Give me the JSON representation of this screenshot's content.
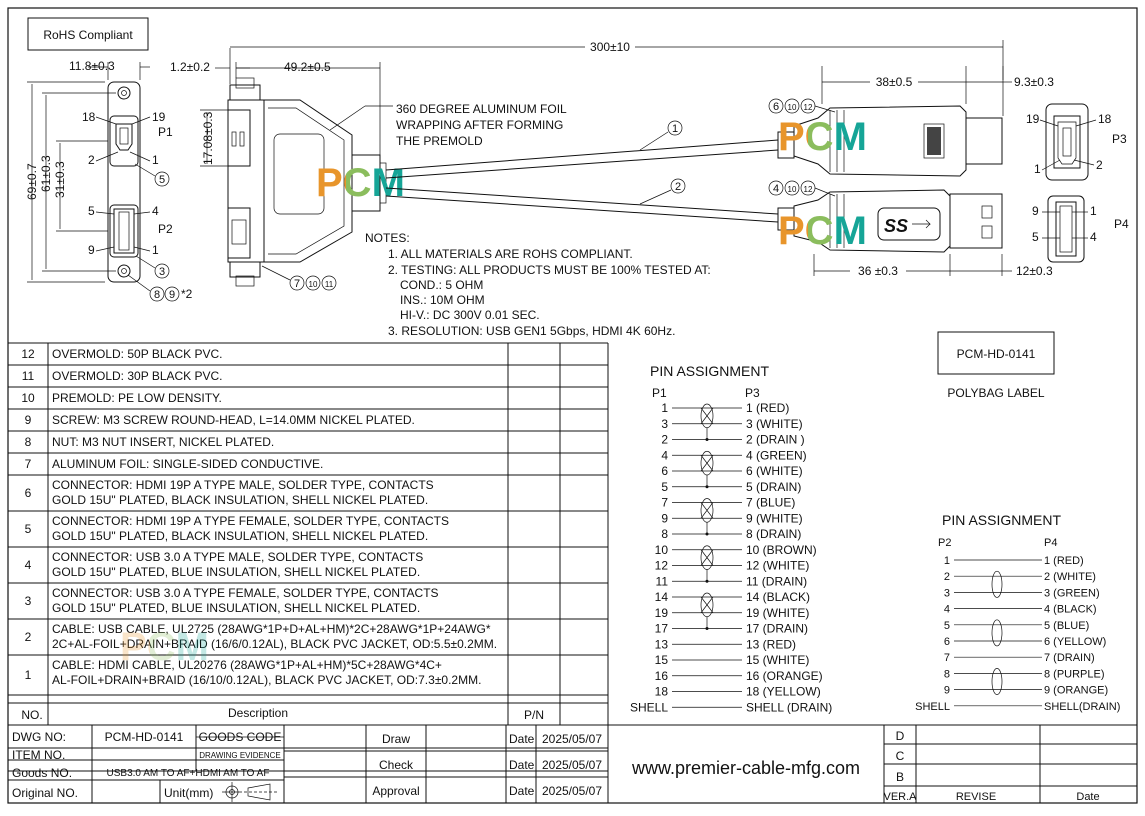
{
  "rohs_box": "RoHS Compliant",
  "brand_logo": "PCM",
  "dims": {
    "d_11_8": "11.8±0.3",
    "d_1_2": "1.2±0.2",
    "d_49_2": "49.2±0.5",
    "d_300": "300±10",
    "d_38": "38±0.5",
    "d_9_3": "9.3±0.3",
    "d_17_08": "17.08±0.3",
    "d_69": "69±0.7",
    "d_61": "61±0.3",
    "d_31": "31±0.3",
    "d_36": "36 ±0.3",
    "d_12": "12±0.3"
  },
  "callouts": {
    "p1": "P1",
    "p2": "P2",
    "p3": "P3",
    "p4": "P4",
    "pin18": "18",
    "pin19": "19",
    "pin2": "2",
    "pin1": "1",
    "pin5": "5",
    "pin4": "4",
    "pin9": "9",
    "c5": "5",
    "c3": "3",
    "c8": "8",
    "c9": "9",
    "star2": "*2",
    "c7": "7",
    "c10": "10",
    "c11": "11",
    "c6": "6",
    "c10b": "10",
    "c12": "12",
    "c4": "4",
    "c10c": "10",
    "c12b": "12",
    "cab1": "1",
    "cab2": "2",
    "p3_19": "19",
    "p3_18": "18",
    "p3_1": "1",
    "p3_2": "2",
    "p4_9": "9",
    "p4_1": "1",
    "p4_5": "5",
    "p4_4": "4"
  },
  "foil_note": [
    "360 DEGREE ALUMINUM FOIL",
    "WRAPPING AFTER FORMING",
    "THE PREMOLD"
  ],
  "notes": [
    "NOTES:",
    "1. ALL MATERIALS ARE ROHS COMPLIANT.",
    "2. TESTING: ALL PRODUCTS MUST BE 100% TESTED AT:",
    "COND.: 5 OHM",
    "INS.: 10M OHM",
    "HI-V.: DC 300V 0.01 SEC.",
    "3. RESOLUTION: USB GEN1 5Gbps, HDMI 4K 60Hz."
  ],
  "label_box": {
    "text": "PCM-HD-0141",
    "caption": "POLYBAG LABEL"
  },
  "bom": [
    {
      "no": "12",
      "lines": [
        "OVERMOLD: 50P BLACK PVC."
      ]
    },
    {
      "no": "11",
      "lines": [
        "OVERMOLD: 30P BLACK PVC."
      ]
    },
    {
      "no": "10",
      "lines": [
        "PREMOLD: PE LOW DENSITY."
      ]
    },
    {
      "no": "9",
      "lines": [
        "SCREW: M3 SCREW ROUND-HEAD, L=14.0MM NICKEL PLATED."
      ]
    },
    {
      "no": "8",
      "lines": [
        "NUT: M3 NUT INSERT, NICKEL PLATED."
      ]
    },
    {
      "no": "7",
      "lines": [
        "ALUMINUM FOIL: SINGLE-SIDED CONDUCTIVE."
      ]
    },
    {
      "no": "6",
      "lines": [
        "CONNECTOR: HDMI 19P A TYPE MALE, SOLDER TYPE, CONTACTS",
        "GOLD 15U\" PLATED, BLACK INSULATION, SHELL NICKEL PLATED."
      ]
    },
    {
      "no": "5",
      "lines": [
        "CONNECTOR: HDMI 19P A TYPE  FEMALE, SOLDER TYPE, CONTACTS",
        "GOLD 15U\" PLATED, BLACK INSULATION, SHELL NICKEL PLATED."
      ]
    },
    {
      "no": "4",
      "lines": [
        "CONNECTOR: USB 3.0 A TYPE MALE, SOLDER TYPE, CONTACTS",
        "GOLD 15U\" PLATED, BLUE INSULATION, SHELL NICKEL PLATED."
      ]
    },
    {
      "no": "3",
      "lines": [
        "CONNECTOR: USB 3.0 A TYPE FEMALE, SOLDER TYPE, CONTACTS",
        "GOLD 15U\" PLATED, BLUE INSULATION, SHELL NICKEL PLATED."
      ]
    },
    {
      "no": "2",
      "lines": [
        "CABLE: USB CABLE, UL2725 (28AWG*1P+D+AL+HM)*2C+28AWG*1P+24AWG*",
        "2C+AL-FOIL+DRAIN+BRAID (16/6/0.12AL), BLACK PVC JACKET, OD:5.5±0.2MM."
      ]
    },
    {
      "no": "1",
      "lines": [
        "CABLE: HDMI CABLE, UL20276 (28AWG*1P+AL+HM)*5C+28AWG*4C+",
        "AL-FOIL+DRAIN+BRAID (16/10/0.12AL), BLACK PVC JACKET, OD:7.3±0.2MM."
      ]
    }
  ],
  "bom_header": {
    "no": "NO.",
    "description": "Description",
    "pn": "P/N"
  },
  "pin_hdmi": {
    "title": "PIN  ASSIGNMENT",
    "left_head": "P1",
    "right_head": "P3",
    "rows": [
      [
        "1",
        "1 (RED)"
      ],
      [
        "3",
        "3 (WHITE)"
      ],
      [
        "2",
        "2 (DRAIN )"
      ],
      [
        "4",
        "4 (GREEN)"
      ],
      [
        "6",
        "6 (WHITE)"
      ],
      [
        "5",
        "5 (DRAIN)"
      ],
      [
        "7",
        "7 (BLUE)"
      ],
      [
        "9",
        "9 (WHITE)"
      ],
      [
        "8",
        "8 (DRAIN)"
      ],
      [
        "10",
        "10 (BROWN)"
      ],
      [
        "12",
        "12 (WHITE)"
      ],
      [
        "11",
        "11 (DRAIN)"
      ],
      [
        "14",
        "14 (BLACK)"
      ],
      [
        "19",
        "19 (WHITE)"
      ],
      [
        "17",
        "17 (DRAIN)"
      ],
      [
        "13",
        "13 (RED)"
      ],
      [
        "15",
        "15 (WHITE)"
      ],
      [
        "16",
        "16 (ORANGE)"
      ],
      [
        "18",
        "18 (YELLOW)"
      ],
      [
        "SHELL",
        "SHELL (DRAIN)"
      ]
    ]
  },
  "pin_usb": {
    "title": "PIN  ASSIGNMENT",
    "left_head": "P2",
    "right_head": "P4",
    "rows": [
      [
        "1",
        "1 (RED)"
      ],
      [
        "2",
        "2 (WHITE)"
      ],
      [
        "3",
        "3 (GREEN)"
      ],
      [
        "4",
        "4 (BLACK)"
      ],
      [
        "5",
        "5 (BLUE)"
      ],
      [
        "6",
        "6 (YELLOW)"
      ],
      [
        "7",
        "7 (DRAIN)"
      ],
      [
        "8",
        "8 (PURPLE)"
      ],
      [
        "9",
        "9 (ORANGE)"
      ],
      [
        "SHELL",
        "SHELL(DRAIN)"
      ]
    ]
  },
  "title_block": {
    "dwg_no_label": "DWG NO:",
    "dwg_no": "PCM-HD-0141",
    "goods_code": "GOODS CODE",
    "item_no_label": "ITEM NO.",
    "drawing_evidence": "DRAWING EVIDENCE",
    "goods_no_label": "Goods NO.",
    "goods_no": "USB3.0 AM TO AF+HDMI AM TO AF",
    "original_no_label": "Original NO.",
    "unit": "Unit(mm)",
    "draw": "Draw",
    "check": "Check",
    "approval": "Approval",
    "date_label": "Date",
    "draw_date": "2025/05/07",
    "check_date": "2025/05/07",
    "approval_date": "2025/05/07",
    "website": "www.premier-cable-mfg.com",
    "rev_d": "D",
    "rev_c": "C",
    "rev_b": "B",
    "ver": "VER.A",
    "revise": "REVISE",
    "date_col": "Date"
  },
  "usb_logo_text": "SS"
}
